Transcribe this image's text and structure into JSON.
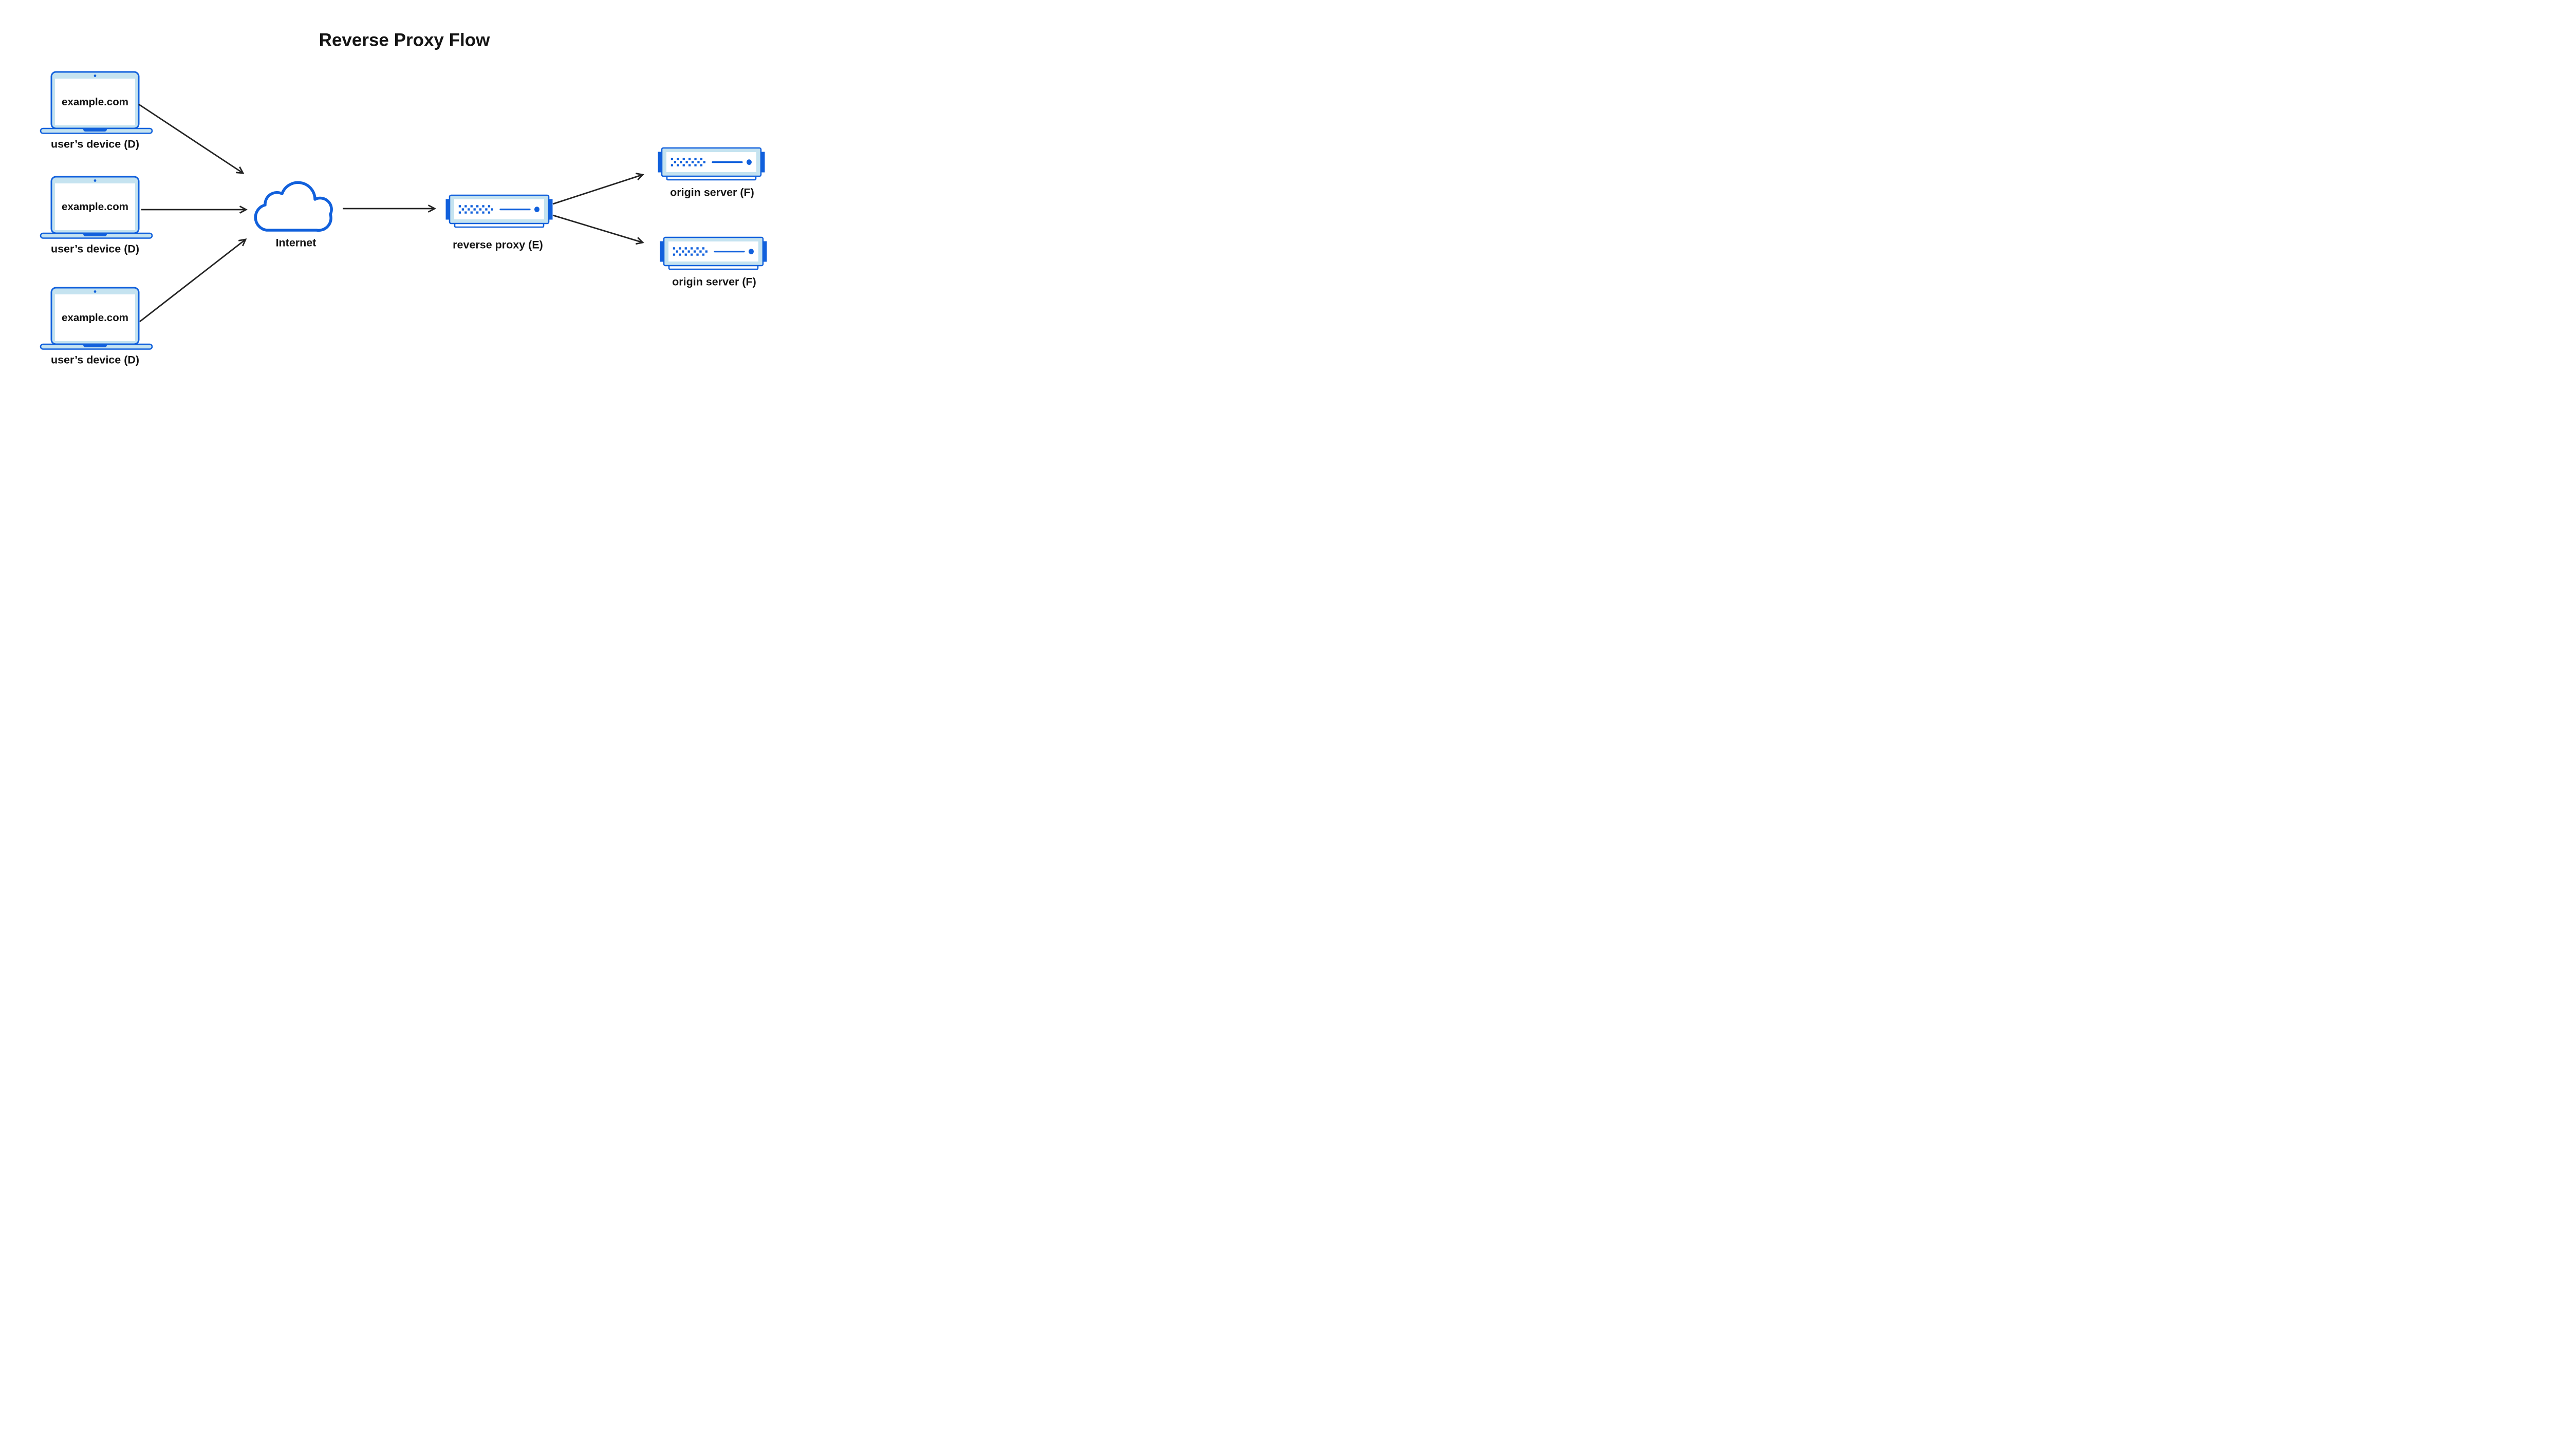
{
  "title": "Reverse Proxy Flow",
  "colors": {
    "blue": "#1160DC",
    "light_blue": "#C5E3F0",
    "arrow": "#242424",
    "ink": "#141414",
    "background": "#FFFFFF"
  },
  "nodes": {
    "user_devices": [
      {
        "icon": "laptop-icon",
        "screen_text": "example.com",
        "caption": "user’s device (D)"
      },
      {
        "icon": "laptop-icon",
        "screen_text": "example.com",
        "caption": "user’s device (D)"
      },
      {
        "icon": "laptop-icon",
        "screen_text": "example.com",
        "caption": "user’s device (D)"
      }
    ],
    "internet": {
      "icon": "cloud-icon",
      "label": "Internet"
    },
    "reverse_proxy": {
      "icon": "server-icon",
      "label": "reverse proxy (E)"
    },
    "origin_servers": [
      {
        "icon": "server-icon",
        "label": "origin server (F)"
      },
      {
        "icon": "server-icon",
        "label": "origin server (F)"
      }
    ]
  },
  "flows": [
    {
      "from": "user-device-1",
      "to": "internet"
    },
    {
      "from": "user-device-2",
      "to": "internet"
    },
    {
      "from": "user-device-3",
      "to": "internet"
    },
    {
      "from": "internet",
      "to": "reverse-proxy"
    },
    {
      "from": "reverse-proxy",
      "to": "origin-server-1"
    },
    {
      "from": "reverse-proxy",
      "to": "origin-server-2"
    }
  ]
}
